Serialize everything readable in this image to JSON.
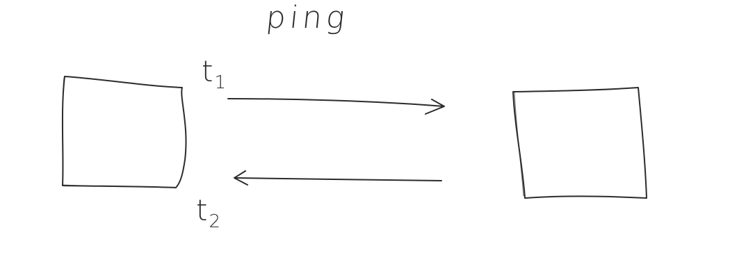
{
  "diagram": {
    "title": "ping",
    "nodes": [
      {
        "id": "sender",
        "label": ""
      },
      {
        "id": "receiver",
        "label": ""
      }
    ],
    "edges": [
      {
        "from": "sender",
        "to": "receiver",
        "direction": "right"
      },
      {
        "from": "receiver",
        "to": "sender",
        "direction": "left"
      }
    ],
    "time_labels": {
      "t1": {
        "letter": "t",
        "sub": "1"
      },
      "t2": {
        "letter": "t",
        "sub": "2"
      }
    },
    "colors": {
      "ink": "#2b2b2b",
      "background": "#ffffff"
    }
  }
}
